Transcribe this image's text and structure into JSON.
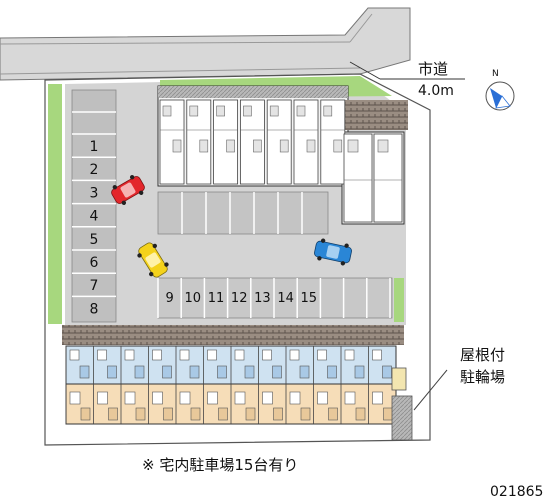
{
  "road_label": "市道",
  "road_width": "4.0m",
  "parking_left": [
    "1",
    "2",
    "3",
    "4",
    "5",
    "6",
    "7",
    "8"
  ],
  "parking_bottom": [
    "9",
    "10",
    "11",
    "12",
    "13",
    "14",
    "15"
  ],
  "bicycle_label_line1": "屋根付",
  "bicycle_label_line2": "駐輪場",
  "footnote": "※ 宅内駐車場15台有り",
  "property_code": "021865",
  "colors": {
    "pavement": "#d4d4d4",
    "building_blue": "#cfe2f1",
    "building_orange": "#f6ddb8",
    "green": "#a7d77e",
    "car_red": "#e3262b",
    "car_yellow": "#f4d21b",
    "car_blue": "#2a86d6"
  },
  "icons": [
    "compass-icon",
    "car-icon"
  ]
}
